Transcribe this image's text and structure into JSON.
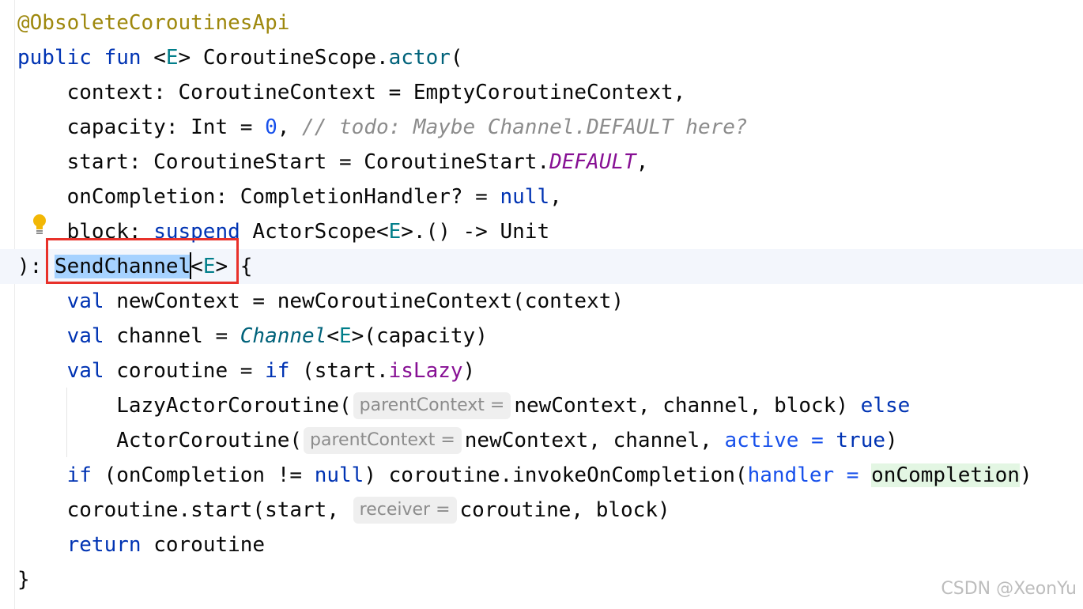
{
  "code": {
    "l1": "@ObsoleteCoroutinesApi",
    "l2": {
      "kw1": "public",
      "kw2": "fun",
      "lt": " <",
      "tp": "E",
      "gt": "> CoroutineScope.",
      "fn": "actor",
      "rest": "("
    },
    "l3": "    context: CoroutineContext = EmptyCoroutineContext,",
    "l4": {
      "a": "    capacity: Int = ",
      "num": "0",
      "b": ", ",
      "cmt": "// todo: Maybe Channel.DEFAULT here?"
    },
    "l5": {
      "a": "    start: CoroutineStart = CoroutineStart.",
      "const": "DEFAULT",
      "b": ","
    },
    "l6": {
      "a": "    onCompletion: CompletionHandler? = ",
      "kw": "null",
      "b": ","
    },
    "l7": {
      "a": "    block: ",
      "kw": "suspend",
      "b": " ActorScope<",
      "tp": "E",
      "c": ">.() -> Unit"
    },
    "l8": {
      "a": "): ",
      "sel": "SendChannel",
      "lt": "<",
      "tp": "E",
      "b": "> {"
    },
    "l9": {
      "kw": "    val",
      "b": " newContext = newCoroutineContext(context)"
    },
    "l10": {
      "kw": "    val",
      "b": " channel = ",
      "it": "Channel",
      "lt": "<",
      "tp": "E",
      "c": ">(capacity)"
    },
    "l11": {
      "kw": "    val",
      "b": " coroutine = ",
      "kw2": "if",
      "c": " (start.",
      "prop": "isLazy",
      "d": ")"
    },
    "l12": {
      "a": "        LazyActorCoroutine(",
      "hint": "parentContext =",
      "b": "newContext, channel, block) ",
      "kw": "else"
    },
    "l13": {
      "a": "        ActorCoroutine(",
      "hint": "parentContext =",
      "b": "newContext, channel, ",
      "named": "active =",
      "sp": " ",
      "kw": "true",
      "c": ")"
    },
    "l14": {
      "kw": "    if",
      "b": " (onCompletion != ",
      "kw2": "null",
      "c": ") coroutine.invokeOnCompletion(",
      "named": "handler =",
      "sp": " ",
      "green": "onCompletion",
      "d": ")"
    },
    "l15": {
      "a": "    coroutine.start(start, ",
      "hint": "receiver =",
      "b": "coroutine, block)"
    },
    "l16": {
      "kw": "    return",
      "b": " coroutine"
    },
    "l17": "}"
  },
  "watermark": "CSDN @XeonYu",
  "colors": {
    "keyword": "#0033b3",
    "annotation": "#9e880d",
    "selection": "#a6d2ff",
    "highlight_box": "#e8312a"
  },
  "icons": [
    "lightbulb-icon"
  ]
}
